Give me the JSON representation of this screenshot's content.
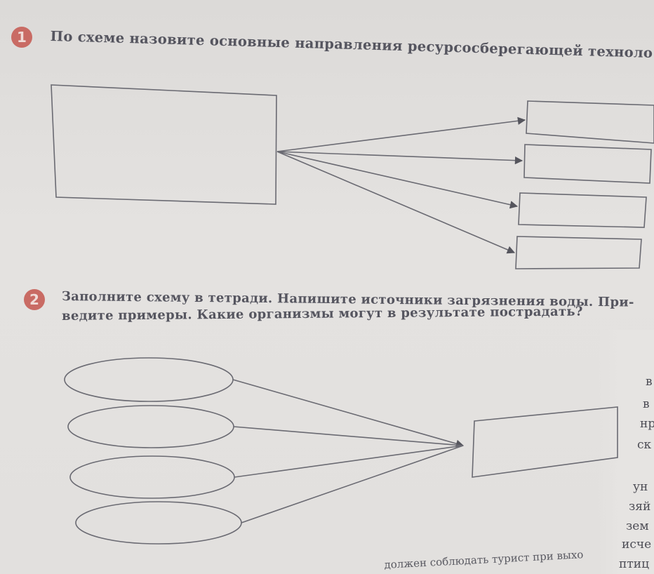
{
  "task1": {
    "number": "1",
    "text": "По схеме назовите основные направления ресурсосберегающей техноло"
  },
  "task2": {
    "number": "2",
    "line1": "Заполните схему в тетради. Напишите источники загрязнения воды. При-",
    "line2": "ведите примеры. Какие организмы могут в результате пострадать?"
  },
  "right_margin_fragments": [
    "в",
    "в",
    "нр",
    "ск",
    "ун",
    "зяй",
    "зем",
    "исче",
    "птиц"
  ],
  "footer_fragment": "должен соблюдать турист при выхо",
  "colors": {
    "accent_circle": "#c96b64",
    "line": "#6a6a72",
    "paper": "#e2e0de"
  }
}
